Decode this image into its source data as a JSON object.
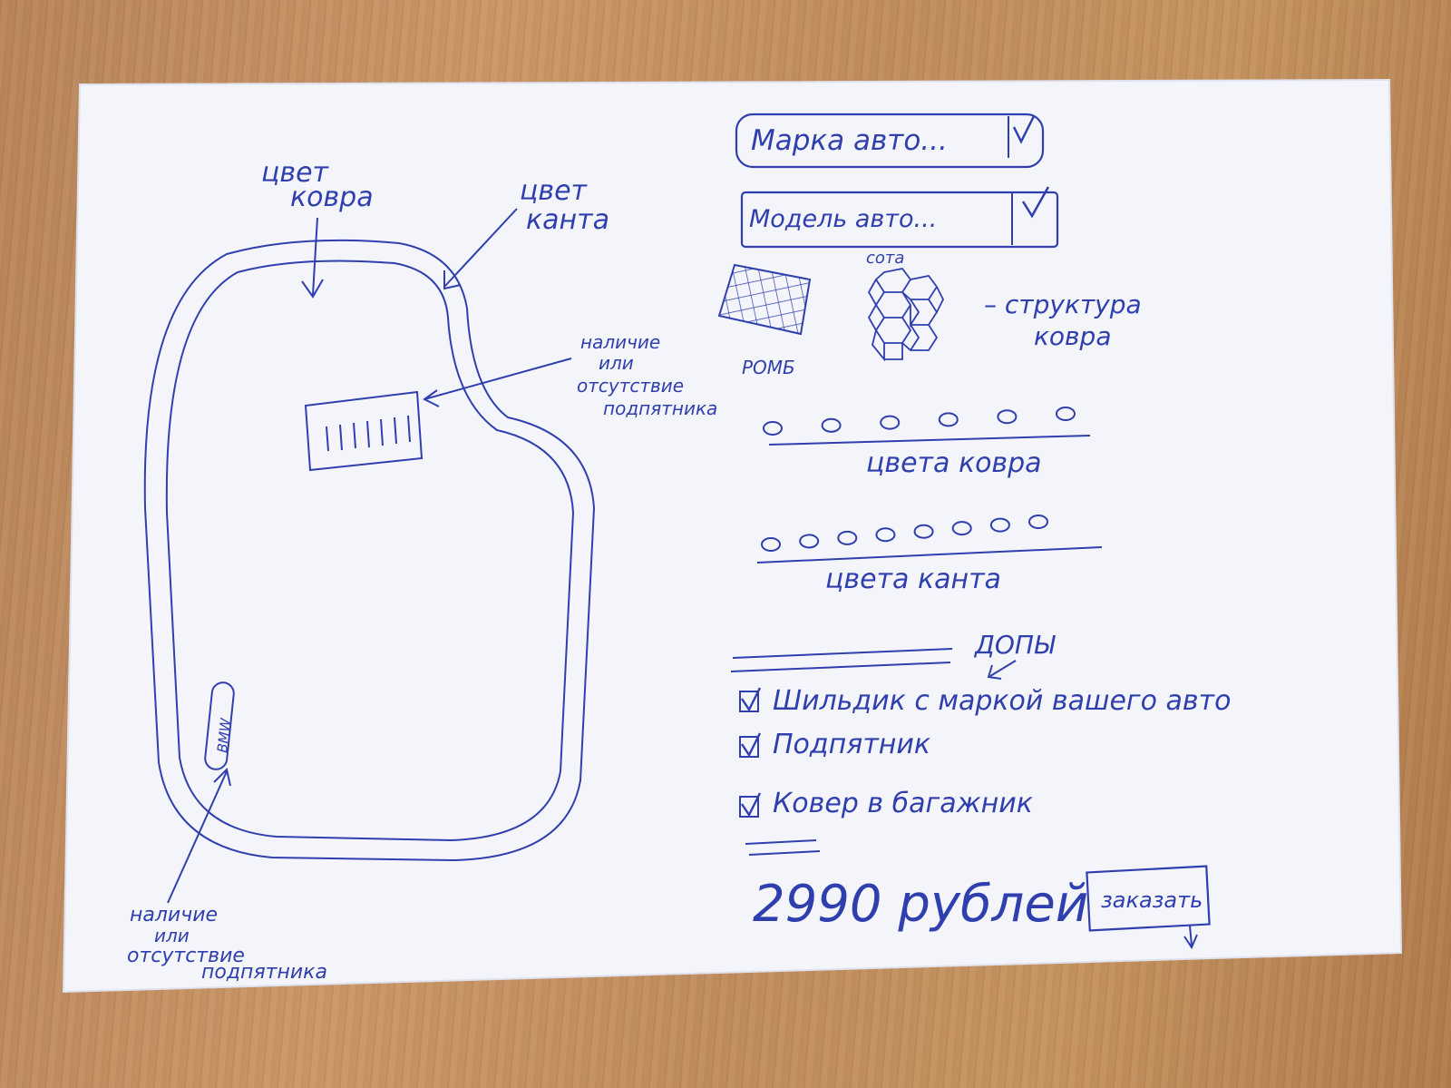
{
  "colors": {
    "ink": "#2f3fae",
    "paper": "#f4f5fb",
    "desk": "#c4915f"
  },
  "mat": {
    "carpet_color_label": [
      "цвет",
      "ковра"
    ],
    "edge_color_label": [
      "цвет",
      "канта"
    ],
    "heel_pad_label": [
      "наличие",
      "или",
      "отсутствие",
      "подпятника"
    ],
    "logo_text": "BMW",
    "badge_label": [
      "наличие",
      "или",
      "отсутствие",
      "подпятника"
    ]
  },
  "form": {
    "brand_select": {
      "placeholder": "Марка авто...",
      "icon": "check-icon"
    },
    "model_select": {
      "placeholder": "Модель авто...",
      "icon": "check-icon"
    },
    "structure": {
      "option_rhombus": "РОМБ",
      "option_honeycomb": "сота",
      "label_lines": [
        "– структура",
        "ковра"
      ]
    },
    "carpet_colors": {
      "count": 6,
      "label": "цвета ковра"
    },
    "edge_colors": {
      "count": 8,
      "label": "цвета канта"
    },
    "extras": {
      "heading": "ДОПЫ",
      "items": [
        {
          "label": "Шильдик с маркой вашего авто",
          "checked": true
        },
        {
          "label": "Подпятник",
          "checked": true
        },
        {
          "label": "Ковер в багажник",
          "checked": true
        }
      ]
    },
    "price": "2990 рублей",
    "order_button": "заказать"
  }
}
